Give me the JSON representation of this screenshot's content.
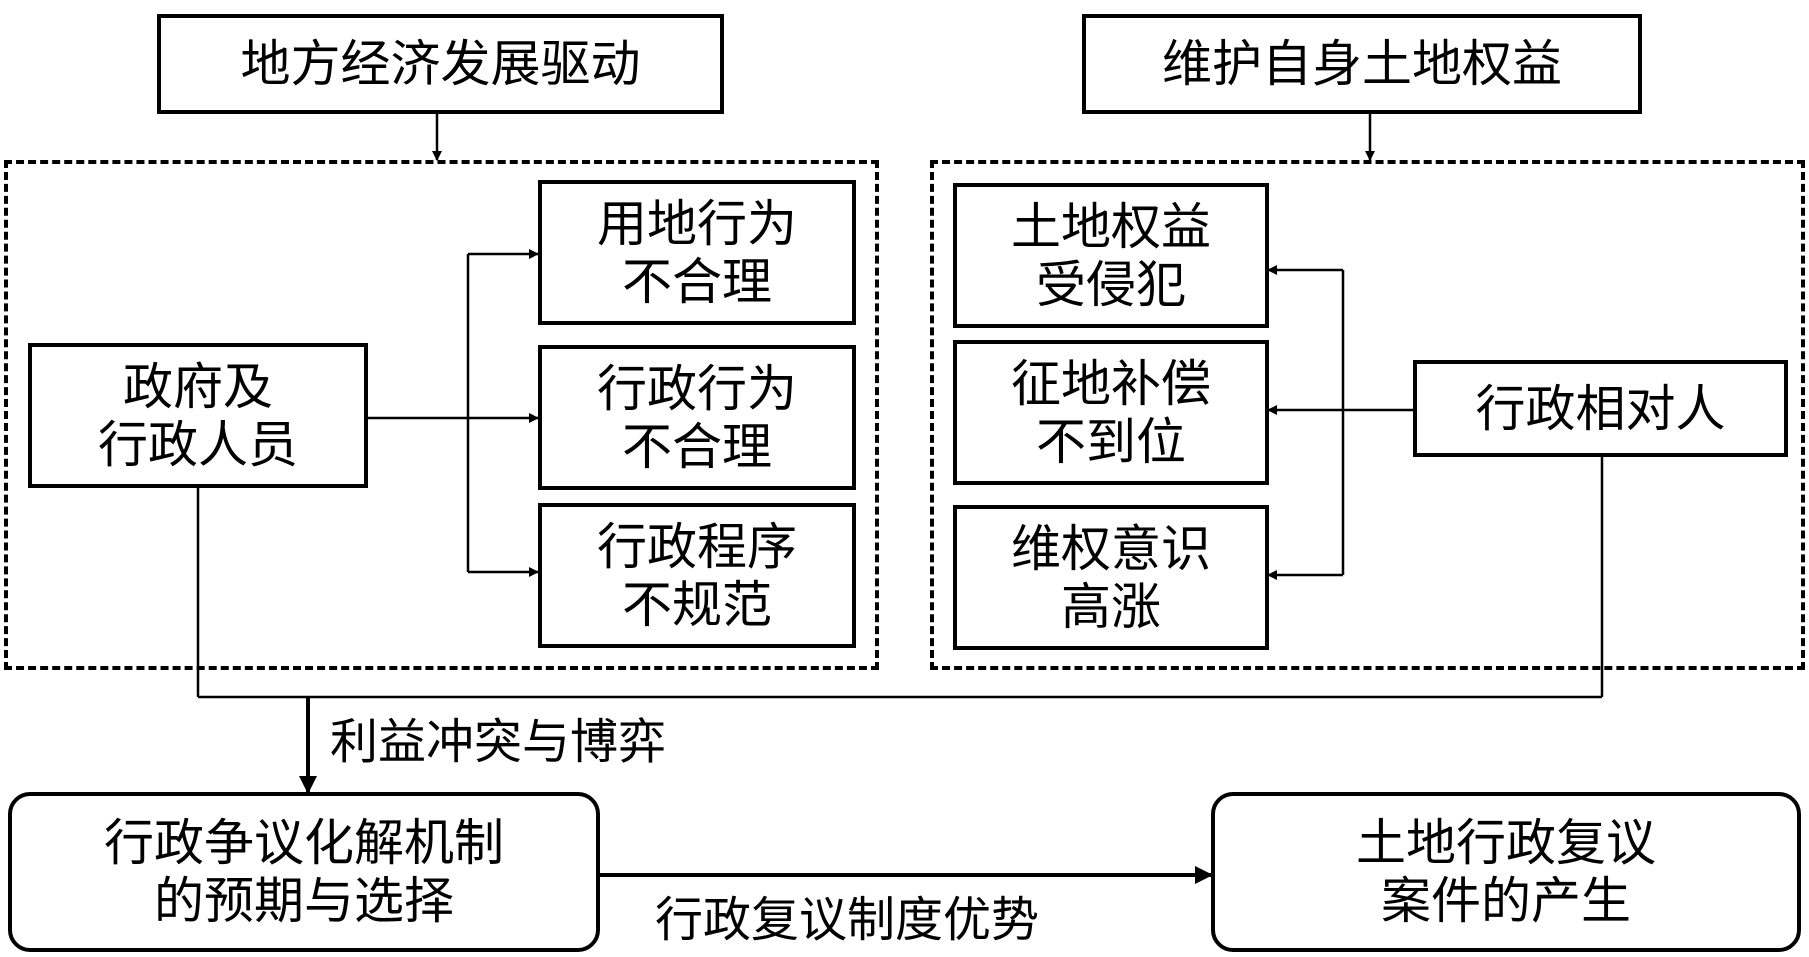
{
  "top_left": "地方经济发展驱动",
  "top_right": "维护自身土地权益",
  "gov": [
    "政府及",
    "行政人员"
  ],
  "left_items": [
    [
      "用地行为",
      "不合理"
    ],
    [
      "行政行为",
      "不合理"
    ],
    [
      "行政程序",
      "不规范"
    ]
  ],
  "right_items": [
    [
      "土地权益",
      "受侵犯"
    ],
    [
      "征地补偿",
      "不到位"
    ],
    [
      "维权意识",
      "高涨"
    ]
  ],
  "counterpart": "行政相对人",
  "conflict_label": "利益冲突与博弈",
  "bottom_left": [
    "行政争议化解机制",
    "的预期与选择"
  ],
  "bottom_right": [
    "土地行政复议",
    "案件的产生"
  ],
  "advantage_label": "行政复议制度优势"
}
